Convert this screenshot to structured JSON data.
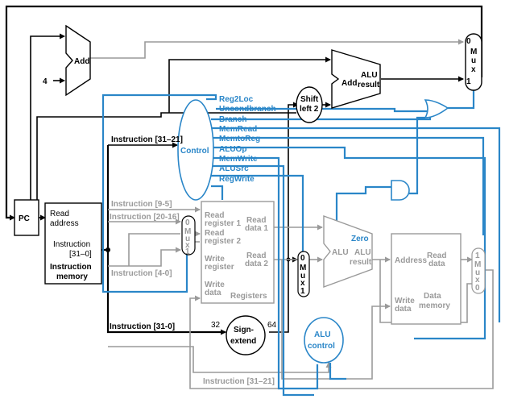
{
  "pc": {
    "label": "PC"
  },
  "add_pc": {
    "label": "Add",
    "const": "4"
  },
  "add_branch": {
    "label": "Add",
    "result": "ALU",
    "result2": "result"
  },
  "shift": {
    "line1": "Shift",
    "line2": "left 2"
  },
  "mux_top": {
    "zero": "0",
    "one": "1",
    "letters": [
      "M",
      "u",
      "x"
    ]
  },
  "imem": {
    "read_address": [
      "Read",
      "address"
    ],
    "instruction": [
      "Instruction",
      "[31–0]"
    ],
    "name": [
      "Instruction",
      "memory"
    ]
  },
  "control": {
    "label": "Control",
    "signals": [
      "Reg2Loc",
      "Uncondbranch",
      "Branch",
      "MemRead",
      "MemtoReg",
      "ALUOp",
      "MemWrite",
      "ALUSrc",
      "RegWrite"
    ]
  },
  "instr_fields": {
    "op": "Instruction [31–21]",
    "rn": "Instruction [9-5]",
    "rm": "Instruction [20-16]",
    "rd": "Instruction [4-0]",
    "imm": "Instruction [31-0]",
    "alu_ctrl": "Instruction [31–21]"
  },
  "reg_mux": {
    "zero": "0",
    "one": "1",
    "letters": [
      "M",
      "u",
      "x"
    ]
  },
  "registers": {
    "rr1": [
      "Read",
      "register 1"
    ],
    "rr2": [
      "Read",
      "register 2"
    ],
    "wr": [
      "Write",
      "register"
    ],
    "wd": [
      "Write",
      "data"
    ],
    "rd1": [
      "Read",
      "data 1"
    ],
    "rd2": [
      "Read",
      "data 2"
    ],
    "name": "Registers"
  },
  "alu_mux": {
    "zero": "0",
    "one": "1",
    "letters": [
      "M",
      "u",
      "x"
    ]
  },
  "alu": {
    "label": "ALU",
    "result": [
      "ALU",
      "result"
    ],
    "zero": "Zero"
  },
  "sign_extend": {
    "line1": "Sign-",
    "line2": "extend",
    "in_bits": "32",
    "out_bits": "64"
  },
  "alu_control": {
    "line1": "ALU",
    "line2": "control"
  },
  "dmem": {
    "address": "Address",
    "read_data": [
      "Read",
      "data"
    ],
    "write_data": [
      "Write",
      "data"
    ],
    "name": [
      "Data",
      "memory"
    ]
  },
  "mem_mux": {
    "zero": "0",
    "one": "1",
    "letters": [
      "M",
      "u",
      "x"
    ]
  },
  "colors": {
    "control": "#2a86c8",
    "datapath_gray": "#9a9a9a",
    "wire": "#000000"
  }
}
